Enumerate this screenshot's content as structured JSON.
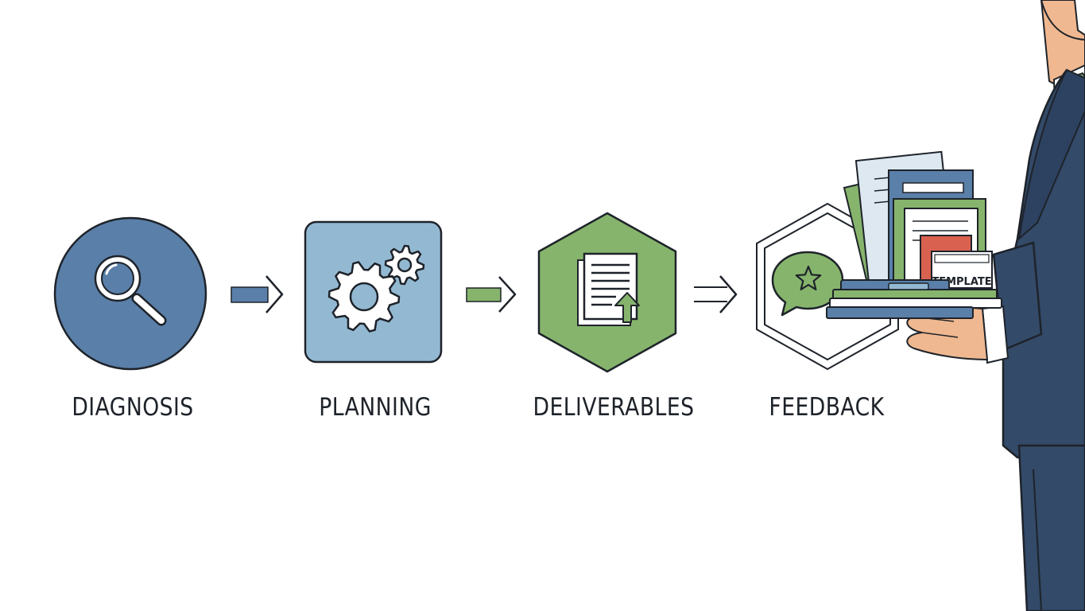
{
  "steps": [
    {
      "label": "DIAGNOSIS",
      "icon": "magnifier-icon",
      "color": "#5a7fa8"
    },
    {
      "label": "PLANNING",
      "icon": "gears-icon",
      "color": "#93b9d2"
    },
    {
      "label": "DELIVERABLES",
      "icon": "document-upload-icon",
      "color": "#86b46c"
    },
    {
      "label": "FEEDBACK",
      "icon": "star-speech-bubble-icon",
      "color": "#86b46c"
    }
  ],
  "figure": {
    "template_label": "TEMPLATE"
  },
  "colors": {
    "navy": "#334a69",
    "blue": "#5a7fa8",
    "light_blue": "#93b9d2",
    "green": "#86b46c",
    "red": "#d9614f",
    "skin": "#f0b890",
    "outline": "#1e232a"
  }
}
